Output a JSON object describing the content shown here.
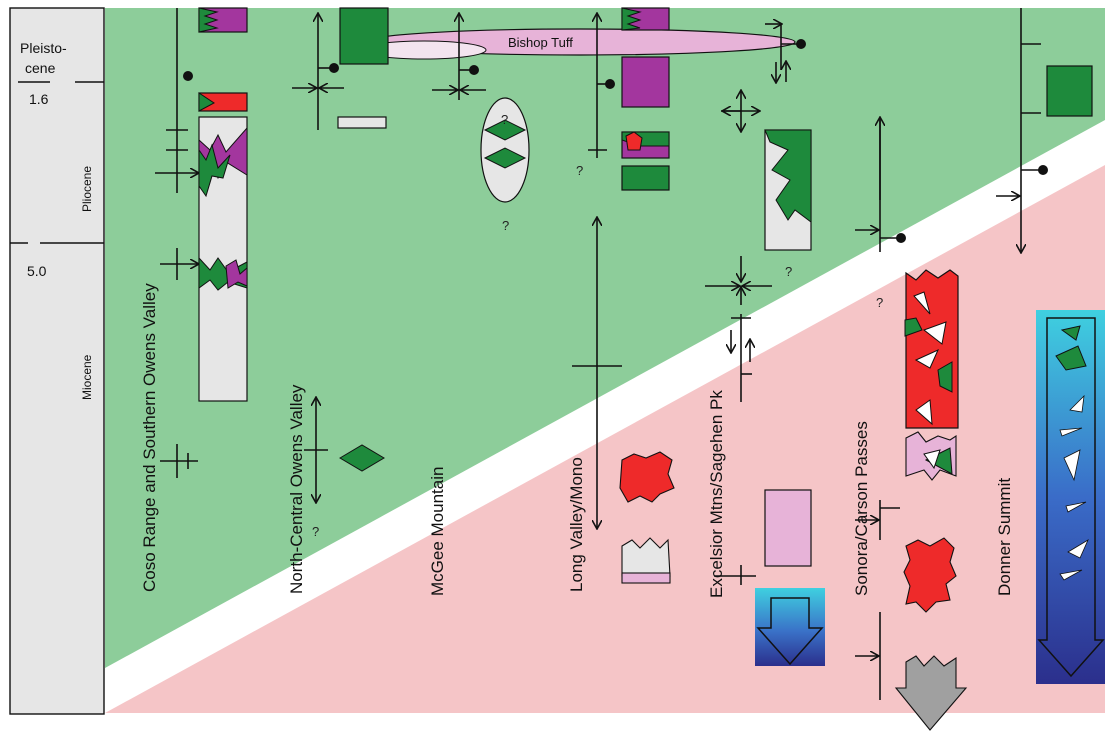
{
  "timescale": {
    "epochs": [
      "Pleisto-",
      "cene",
      "Pliocene",
      "Miocene"
    ],
    "ages": [
      "1.6",
      "5.0"
    ]
  },
  "localities": [
    "Coso Range and Southern Owens Valley",
    "North-Central Owens Valley",
    "McGee Mountain",
    "Long Valley/Mono",
    "Excelsior Mtns/Sagehen Pk",
    "Sonora/Carson Passes",
    "Donner Summit"
  ],
  "units": {
    "bishop_tuff": "Bishop Tuff"
  },
  "uncertainty_mark": "?",
  "colors": {
    "green_zone": "#8dcd9a",
    "pink_zone": "#f5c5c7",
    "timescale_bg": "#e6e6e6",
    "dark_green": "#1e8a3c",
    "magenta": "#a3369e",
    "red": "#ee2a2a",
    "light_pink": "#e7b3d8",
    "grey": "#a0a0a0"
  }
}
